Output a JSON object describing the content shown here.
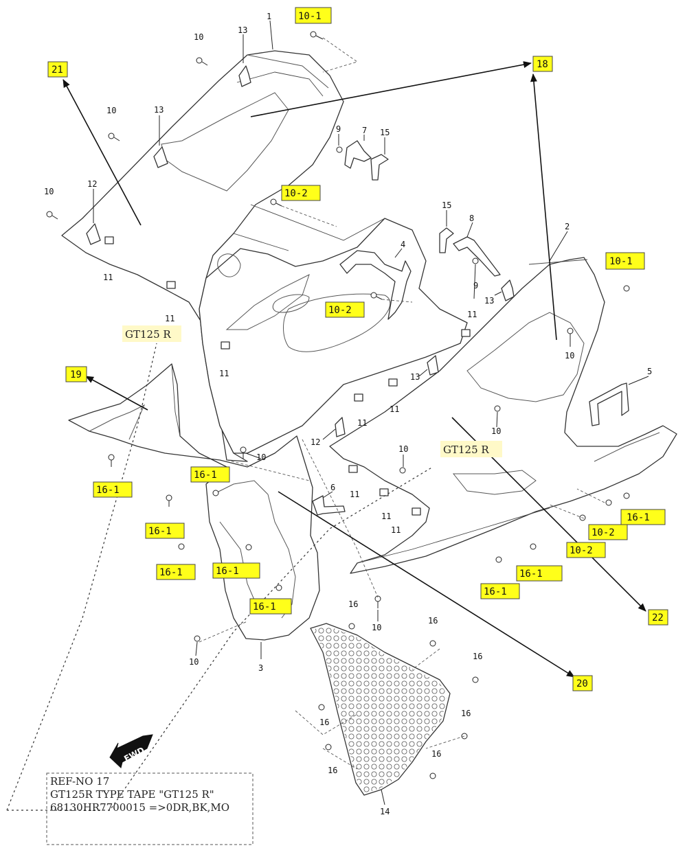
{
  "callouts": {
    "c1": "1",
    "c2": "2",
    "c3": "3",
    "c4": "4",
    "c5": "5",
    "c6": "6",
    "c7": "7",
    "c8": "8",
    "c9": "9",
    "c10": "10",
    "c11": "11",
    "c12": "12",
    "c13": "13",
    "c14": "14",
    "c15": "15",
    "c16": "16"
  },
  "ref_boxes": {
    "b10_1": "10-1",
    "b10_2": "10-2",
    "b16_1": "16-1",
    "b18": "18",
    "b19": "19",
    "b20": "20",
    "b21": "21",
    "b22": "22"
  },
  "tape_label": "GT125 R",
  "fwd_label": "FWD",
  "note": {
    "line1": "REF-NO 17",
    "line2": "GT125R TYPE TAPE \"GT125 R\"",
    "line3": "68130HR7700015 =>0DR,BK,MO"
  },
  "colors": {
    "highlight": "#ffff1a",
    "tape": "#fff9c8",
    "line": "#222222"
  }
}
